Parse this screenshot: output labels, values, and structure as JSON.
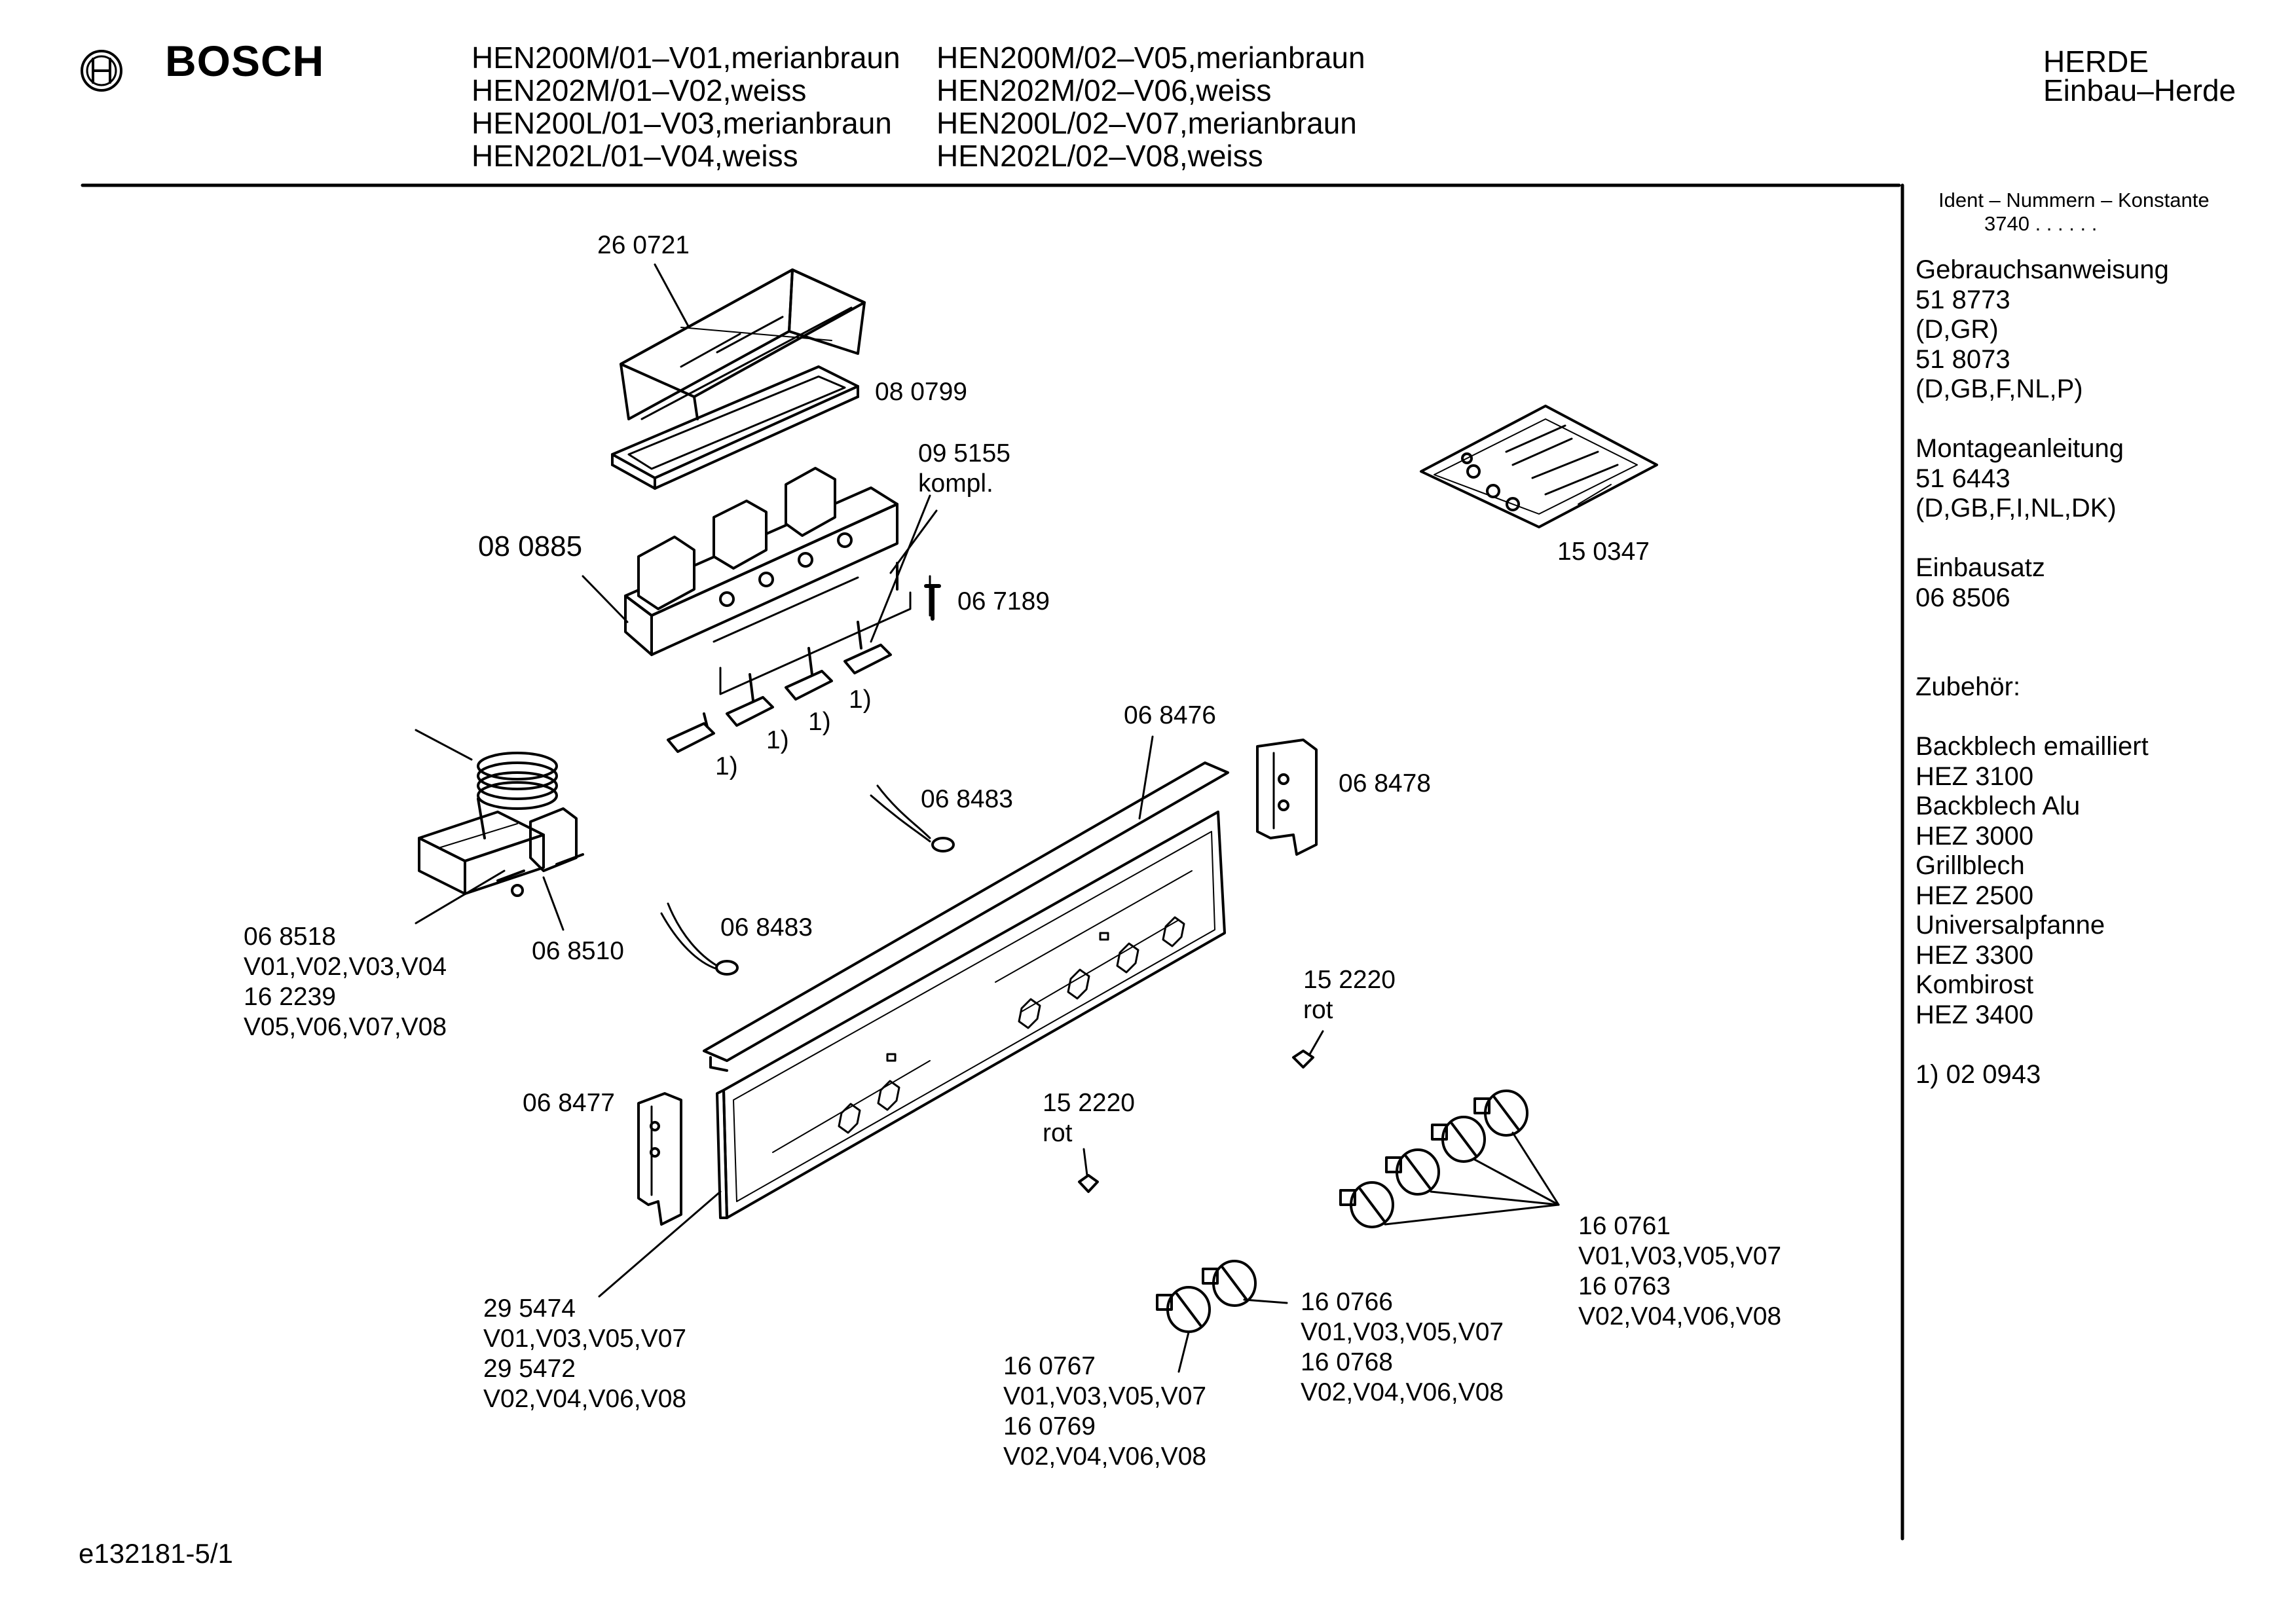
{
  "header": {
    "brand": "BOSCH",
    "models_left": [
      "HEN200M/01–V01,merianbraun",
      "HEN202M/01–V02,weiss",
      "HEN200L/01–V03,merianbraun",
      "HEN202L/01–V04,weiss"
    ],
    "models_right": [
      "HEN200M/02–V05,merianbraun",
      "HEN202M/02–V06,weiss",
      "HEN200L/02–V07,merianbraun",
      "HEN202L/02–V08,weiss"
    ],
    "category_line1": "HERDE",
    "category_line2": "Einbau–Herde"
  },
  "side_panel": {
    "ident_title": "Ident – Nummern – Konstante",
    "ident_value": "3740 . .   . . . .",
    "lines": [
      "Gebrauchsanweisung",
      "51 8773",
      "(D,GR)",
      "51 8073",
      "(D,GB,F,NL,P)",
      "",
      "Montageanleitung",
      "51 6443",
      "(D,GB,F,I,NL,DK)",
      "",
      "Einbausatz",
      "06 8506",
      "",
      "",
      "Zubehör:",
      "",
      "Backblech emailliert",
      "HEZ 3100",
      "Backblech Alu",
      "HEZ 3000",
      "Grillblech",
      "HEZ 2500",
      "Universalpfanne",
      "HEZ 3300",
      "Kombirost",
      "HEZ 3400",
      "",
      "1)  02 0943"
    ]
  },
  "parts": {
    "p260721": "26 0721",
    "p080799": "08 0799",
    "p095155": "09 5155",
    "p095155b": "kompl.",
    "p080885": "08 0885",
    "p067189": "06 7189",
    "p150347": "15 0347",
    "note1": "1)",
    "p068476": "06 8476",
    "p068478": "06 8478",
    "p068483": "06 8483",
    "p068518": [
      "06 8518",
      "V01,V02,V03,V04",
      "16 2239",
      "V05,V06,V07,V08"
    ],
    "p068510": "06 8510",
    "p152220": "15 2220",
    "rot": "rot",
    "p068477": "06 8477",
    "p295474": [
      "29 5474",
      "V01,V03,V05,V07",
      "29 5472",
      "V02,V04,V06,V08"
    ],
    "p160761": [
      "16 0761",
      "V01,V03,V05,V07",
      "16 0763",
      "V02,V04,V06,V08"
    ],
    "p160766": [
      "16 0766",
      "V01,V03,V05,V07",
      "16 0768",
      "V02,V04,V06,V08"
    ],
    "p160767": [
      "16 0767",
      "V01,V03,V05,V07",
      "16 0769",
      "V02,V04,V06,V08"
    ]
  },
  "footer": {
    "doc_id": "e132181-5/1"
  }
}
